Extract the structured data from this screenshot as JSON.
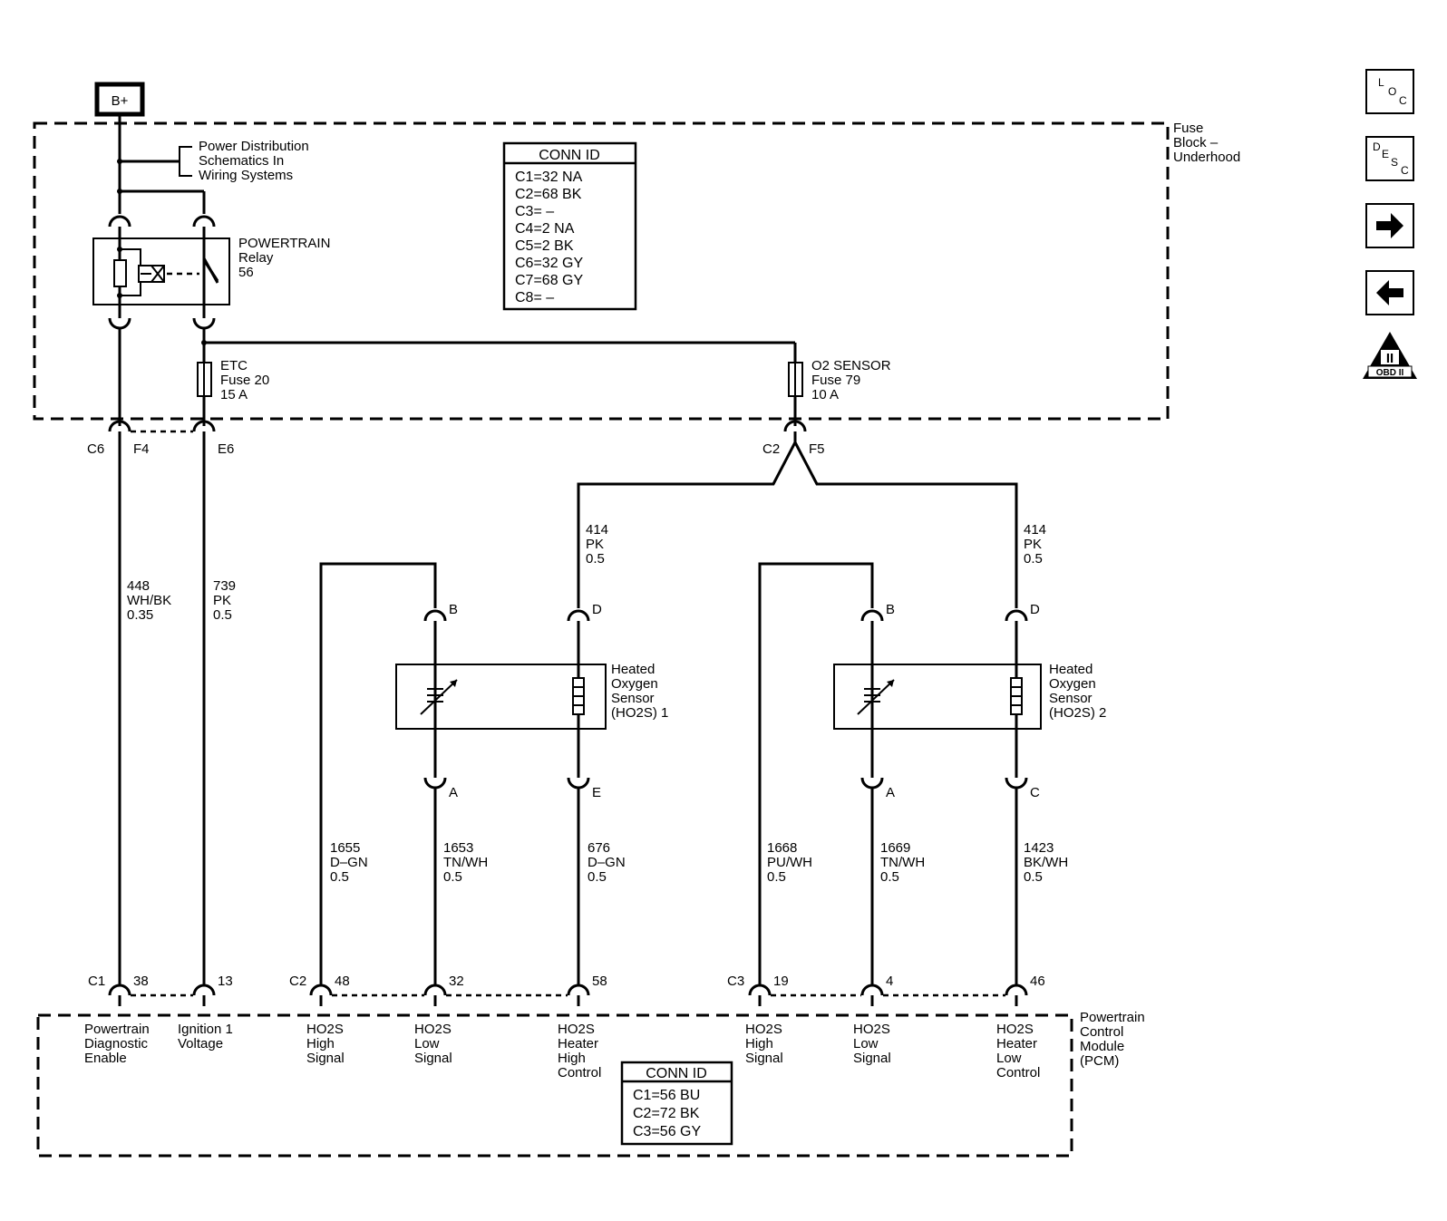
{
  "battery": {
    "label": "B+"
  },
  "fuse_block": {
    "name_lines": [
      "Fuse",
      "Block –",
      "Underhood"
    ]
  },
  "power_distribution": {
    "lines": [
      "Power Distribution",
      "Schematics In",
      "Wiring Systems"
    ]
  },
  "relay": {
    "lines": [
      "POWERTRAIN",
      "Relay",
      "56"
    ]
  },
  "fuses": {
    "etc": {
      "lines": [
        "ETC",
        "Fuse 20",
        "15 A"
      ]
    },
    "o2": {
      "lines": [
        "O2 SENSOR",
        "Fuse 79",
        "10 A"
      ]
    }
  },
  "conn_id_fuse_block": {
    "title": "CONN ID",
    "rows": [
      "C1=32 NA",
      "C2=68 BK",
      "C3= –",
      "C4=2 NA",
      "C5=2 BK",
      "C6=32 GY",
      "C7=68 GY",
      "C8= –"
    ]
  },
  "conn_id_pcm": {
    "title": "CONN ID",
    "rows": [
      "C1=56 BU",
      "C2=72 BK",
      "C3=56 GY"
    ]
  },
  "connector_labels": {
    "c6": "C6",
    "f4": "F4",
    "e6": "E6",
    "c2": "C2",
    "f5": "F5",
    "sensor1_b": "B",
    "sensor1_d": "D",
    "sensor1_a": "A",
    "sensor1_e": "E",
    "sensor2_b": "B",
    "sensor2_d": "D",
    "sensor2_a": "A",
    "sensor2_c": "C"
  },
  "wires": {
    "w448": [
      "448",
      "WH/BK",
      "0.35"
    ],
    "w739": [
      "739",
      "PK",
      "0.5"
    ],
    "w414a": [
      "414",
      "PK",
      "0.5"
    ],
    "w414b": [
      "414",
      "PK",
      "0.5"
    ],
    "w1655": [
      "1655",
      "D–GN",
      "0.5"
    ],
    "w1653": [
      "1653",
      "TN/WH",
      "0.5"
    ],
    "w676": [
      "676",
      "D–GN",
      "0.5"
    ],
    "w1668": [
      "1668",
      "PU/WH",
      "0.5"
    ],
    "w1669": [
      "1669",
      "TN/WH",
      "0.5"
    ],
    "w1423": [
      "1423",
      "BK/WH",
      "0.5"
    ]
  },
  "sensors": {
    "ho2s1": [
      "Heated",
      "Oxygen",
      "Sensor",
      "(HO2S) 1"
    ],
    "ho2s2": [
      "Heated",
      "Oxygen",
      "Sensor",
      "(HO2S) 2"
    ]
  },
  "pcm": {
    "name_lines": [
      "Powertrain",
      "Control",
      "Module",
      "(PCM)"
    ],
    "connectors": {
      "c1": "C1",
      "c2": "C2",
      "c3": "C3"
    },
    "pins": {
      "p38": "38",
      "p13": "13",
      "p48": "48",
      "p32": "32",
      "p58": "58",
      "p19": "19",
      "p4": "4",
      "p46": "46"
    },
    "functions": {
      "f38": [
        "Powertrain",
        "Diagnostic",
        "Enable"
      ],
      "f13": [
        "Ignition 1",
        "Voltage"
      ],
      "f48": [
        "HO2S",
        "High",
        "Signal"
      ],
      "f32": [
        "HO2S",
        "Low",
        "Signal"
      ],
      "f58": [
        "HO2S",
        "Heater",
        "High",
        "Control"
      ],
      "f19": [
        "HO2S",
        "High",
        "Signal"
      ],
      "f4": [
        "HO2S",
        "Low",
        "Signal"
      ],
      "f46": [
        "HO2S",
        "Heater",
        "Low",
        "Control"
      ]
    }
  },
  "nav": {
    "loc": {
      "letters": [
        "L",
        "O",
        "C"
      ]
    },
    "desc": {
      "letters": [
        "D",
        "E",
        "S",
        "C"
      ]
    },
    "obd": {
      "label": "OBD II",
      "numeral": "II"
    }
  }
}
